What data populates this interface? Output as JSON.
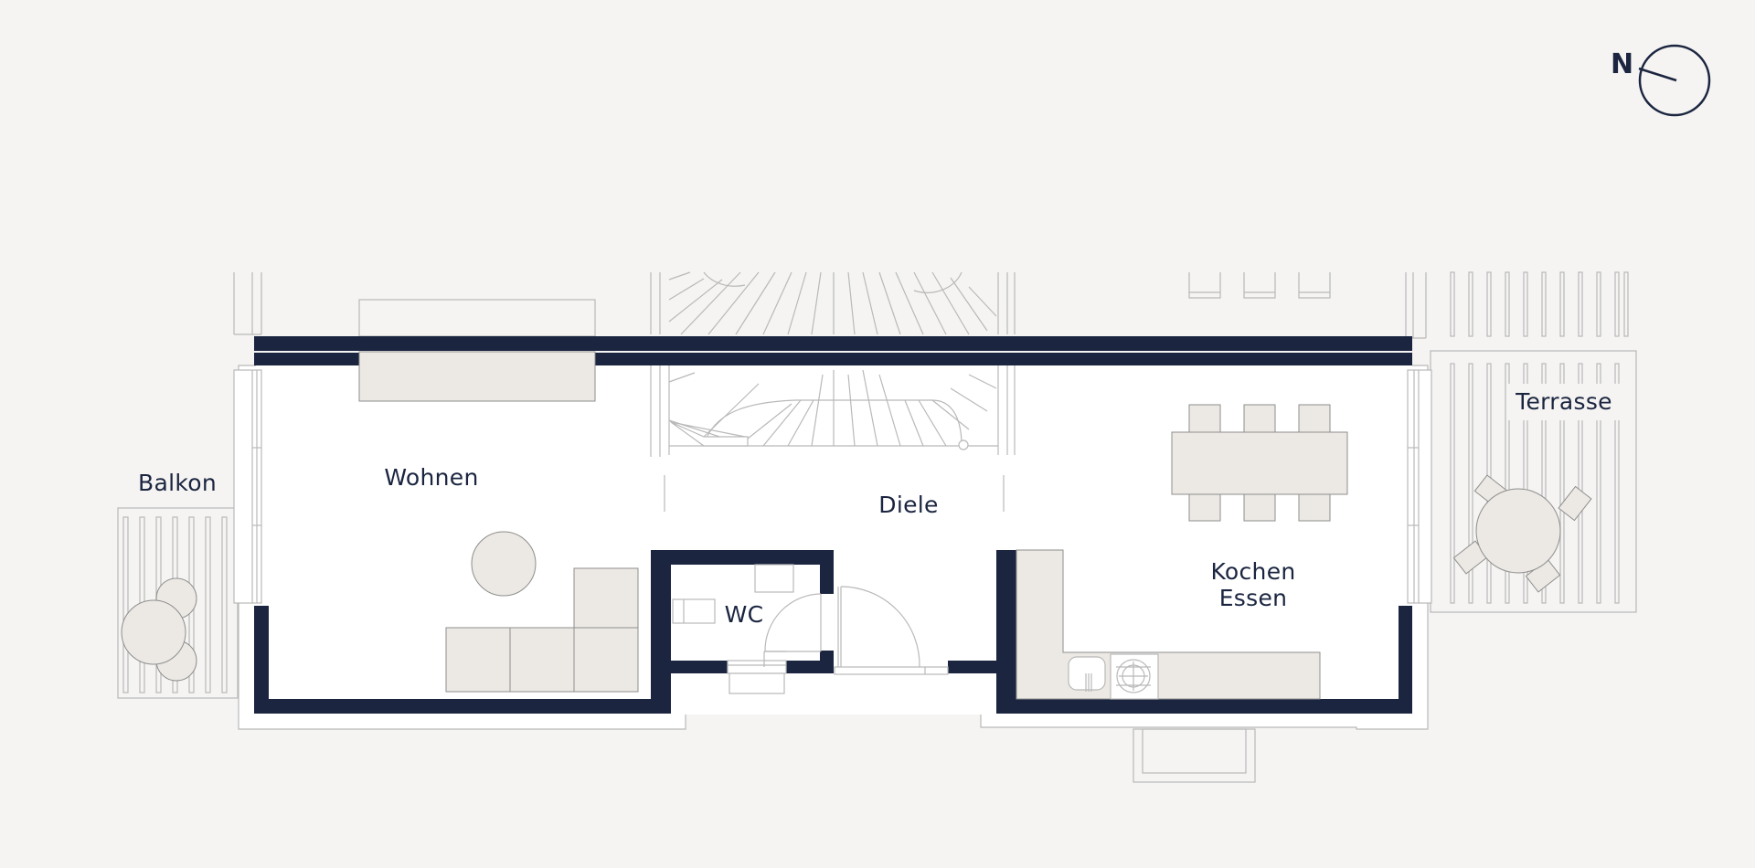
{
  "compass": {
    "label": "N"
  },
  "rooms": {
    "balkon": "Balkon",
    "wohnen": "Wohnen",
    "diele": "Diele",
    "wc": "WC",
    "kochen": "Kochen",
    "essen": "Essen",
    "terrasse": "Terrasse"
  },
  "colors": {
    "wall": "#1b2540",
    "background": "#f5f4f2",
    "floor": "#ffffff",
    "furniture": "#ece9e4"
  }
}
